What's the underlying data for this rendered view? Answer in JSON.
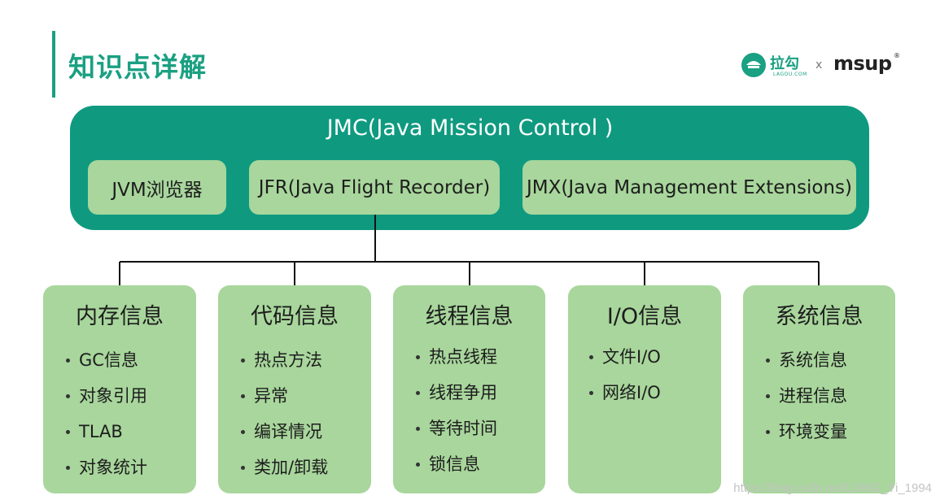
{
  "header": {
    "title": "知识点详解",
    "brand": {
      "name": "拉勾",
      "sub": "LAGOU.COM",
      "separator": "x",
      "partner": "msup",
      "reg": "®"
    }
  },
  "diagram": {
    "root": {
      "title": "JMC(Java Mission Control )",
      "tools": [
        {
          "label": "JVM浏览器"
        },
        {
          "label": "JFR(Java Flight Recorder)"
        },
        {
          "label": "JMX(Java Management Extensions)"
        }
      ]
    },
    "categories": [
      {
        "title": "内存信息",
        "items": [
          "GC信息",
          "对象引用",
          "TLAB",
          "对象统计"
        ]
      },
      {
        "title": "代码信息",
        "items": [
          "热点方法",
          "异常",
          "编译情况",
          "类加/卸载"
        ]
      },
      {
        "title": "线程信息",
        "items": [
          "热点线程",
          "线程争用",
          "等待时间",
          "锁信息"
        ]
      },
      {
        "title": "I/O信息",
        "items": [
          "文件I/O",
          "网络I/O"
        ]
      },
      {
        "title": "系统信息",
        "items": [
          "系统信息",
          "进程信息",
          "环境变量"
        ]
      }
    ]
  },
  "colors": {
    "accent": "#1aa082",
    "root_fill": "#0f9a80",
    "box_fill": "#a8d69c"
  },
  "watermark": "https://blog.csdn.net/LONG_Yi_1994"
}
